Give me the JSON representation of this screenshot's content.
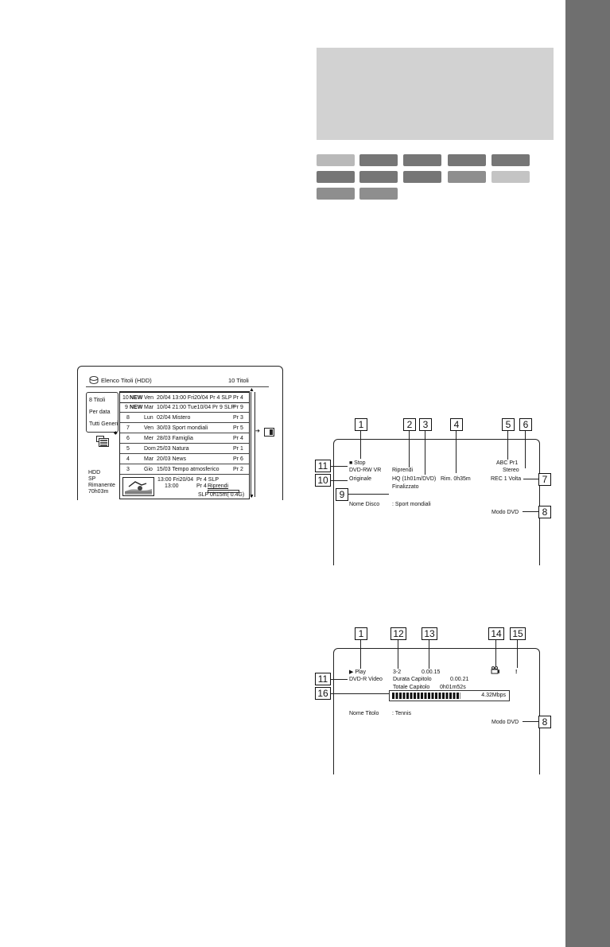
{
  "title_list": {
    "header_title": "Elenco Titoli (HDD)",
    "header_count": "10 Titoli",
    "menu_items": [
      "8 Titoli",
      "Per data",
      "Tutti Generi"
    ],
    "left_info": [
      "HDD",
      "SP",
      "Rimanente",
      "70h03m"
    ],
    "rows": [
      {
        "num": "10",
        "new": "NEW",
        "day": "Ven",
        "text": "20/04 13:00 Fri20/04 Pr 4 SLP",
        "prog": "Pr 4"
      },
      {
        "num": "9",
        "new": "NEW",
        "day": "Mar",
        "text": "10/04 21:00 Tue10/04 Pr 9 SLP",
        "prog": "Pr 9"
      },
      {
        "num": "8",
        "new": "",
        "day": "Lun",
        "text": "02/04 Mistero",
        "prog": "Pr 3"
      },
      {
        "num": "7",
        "new": "",
        "day": "Ven",
        "text": "30/03 Sport mondiali",
        "prog": "Pr 5"
      },
      {
        "num": "6",
        "new": "",
        "day": "Mer",
        "text": "28/03 Famiglia",
        "prog": "Pr 4"
      },
      {
        "num": "5",
        "new": "",
        "day": "Dom",
        "text": "25/03 Natura",
        "prog": "Pr 1"
      },
      {
        "num": "4",
        "new": "",
        "day": "Mar",
        "text": "20/03 News",
        "prog": "Pr 6"
      },
      {
        "num": "3",
        "new": "",
        "day": "Gio",
        "text": "15/03 Tempo atmosferico",
        "prog": "Pr 2"
      }
    ],
    "detail_line1": "13:00  Fri20/04",
    "detail_line1b": "Pr 4 SLP",
    "detail_line2": "13:00",
    "detail_line2b": "Pr 4",
    "detail_resume": "Riprendi",
    "detail_line3": "SLP  0h15m( 0.4G)"
  },
  "info_screen_1": {
    "callouts": [
      "1",
      "2",
      "3",
      "4",
      "5",
      "6",
      "7",
      "8",
      "9",
      "10",
      "11"
    ],
    "stop": "■ Stop",
    "disc_type": "DVD-RW VR",
    "original": "Originale",
    "resume": "Riprendi",
    "quality": "HQ (1h01m/DVD)",
    "remaining": "Rim.  0h35m",
    "channel": "ABC Pr1",
    "audio": "Stereo",
    "rec": "REC 1 Volta",
    "finalized": "Finalizzato",
    "name_label": "Nome Disco",
    "name_value": ": Sport mondiali",
    "mode": "Modo DVD"
  },
  "info_screen_2": {
    "callouts": [
      "1",
      "12",
      "13",
      "14",
      "15",
      "11",
      "16",
      "8"
    ],
    "play": "▶ Play",
    "chapter": "3-2",
    "time": "0.00.15",
    "disc_type": "DVD-R Video",
    "chapter_duration_label": "Durata Capitolo",
    "chapter_duration_value": "0.00.21",
    "chapter_total_label": "Totale Capitolo",
    "chapter_total_value": "0h01m52s",
    "bitrate": "4.32Mbps",
    "name_label": "Nome Titolo",
    "name_value": ": Tennis",
    "mode": "Modo DVD",
    "bitrate_fill": 0.6
  },
  "colors": {
    "side_tab": "#6f6f6f",
    "header_box": "#d2d2d2"
  }
}
